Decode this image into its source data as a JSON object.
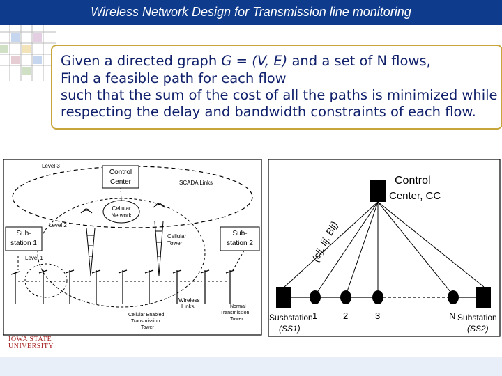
{
  "header": {
    "title": "Wireless Network Design for Transmission line monitoring"
  },
  "problem": {
    "line1_a": "Given  a  directed graph ",
    "line1_math": "G = (V, E)",
    "line1_b": " and a set of N flows,",
    "line2": "Find a feasible path for each flow",
    "line3": "such that the sum of the cost of all the paths is minimized while",
    "line4": "respecting the delay and bandwidth constraints of each flow."
  },
  "left_figure": {
    "level3": "Level 3",
    "control_center_1": "Control",
    "control_center_2": "Center",
    "scada_links": "SCADA Links",
    "cellular_network_1": "Cellular",
    "cellular_network_2": "Network",
    "level2": "Level 2",
    "substation1_1": "Sub-",
    "substation1_2": "station 1",
    "substation2_1": "Sub-",
    "substation2_2": "station 2",
    "cellular_tower_1": "Cellular",
    "cellular_tower_2": "Tower",
    "level1": "Level 1",
    "wireless_links_1": "Wireless",
    "wireless_links_2": "Links",
    "cellular_enabled_1": "Cellular Enabled",
    "cellular_enabled_2": "Transmission",
    "cellular_enabled_3": "Tower",
    "normal_tower_1": "Normal",
    "normal_tower_2": "Transmission",
    "normal_tower_3": "Tower"
  },
  "right_figure": {
    "control_center_1": "Control",
    "control_center_2": "Center, CC",
    "flow_label": "(cij, lij, Bij)",
    "substation_left_1": "Susbstation",
    "substation_left_2": "(SS1)",
    "substation_right_1": "Substation",
    "substation_right_2": "(SS2)",
    "node1": "1",
    "node2": "2",
    "node3": "3",
    "nodeN": "N"
  },
  "logo": {
    "line1": "IOWA STATE",
    "line2": "UNIVERSITY"
  },
  "colors": {
    "title_bar": "#0f3b8c",
    "text": "#10206b",
    "box_border": "#c8a63b"
  }
}
